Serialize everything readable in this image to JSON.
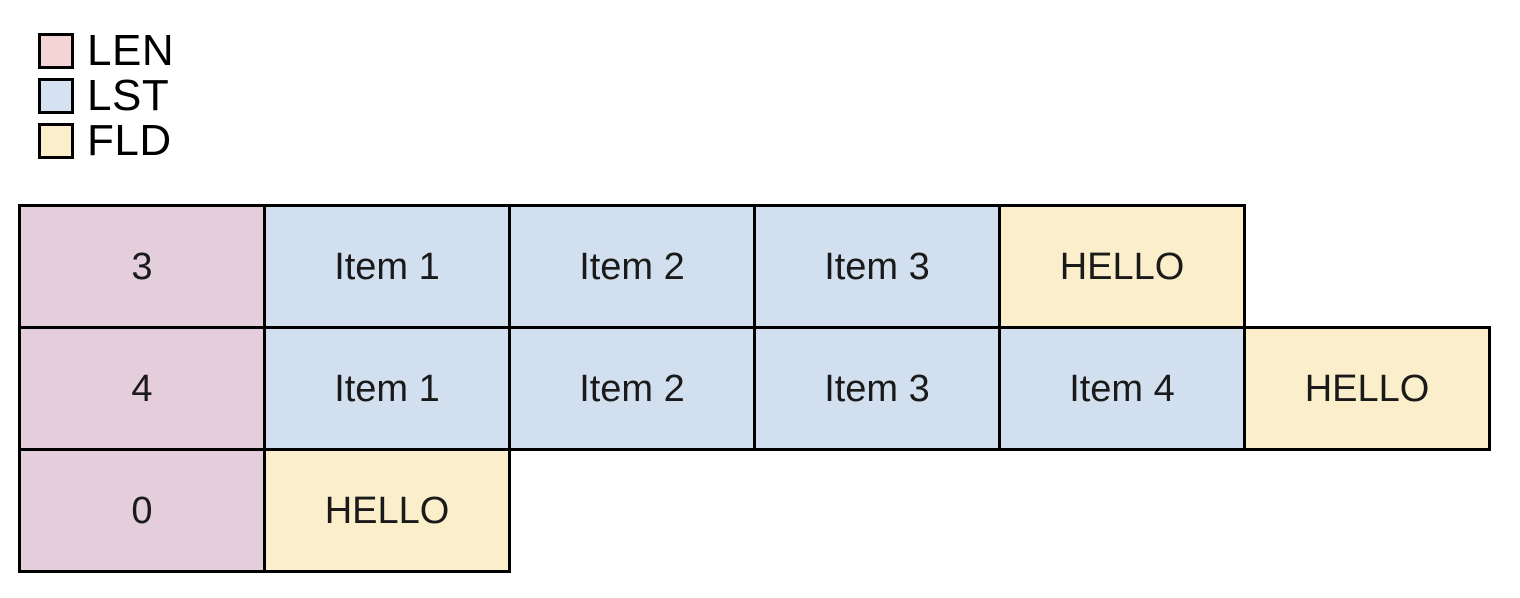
{
  "legend": {
    "items": [
      {
        "label": "LEN",
        "color": "#f3d5d5",
        "key": "len"
      },
      {
        "label": "LST",
        "color": "#d6e2f2",
        "key": "lst"
      },
      {
        "label": "FLD",
        "color": "#fbefcb",
        "key": "fld"
      }
    ]
  },
  "colors": {
    "len": "#e4cedc",
    "lst": "#d2dfef",
    "fld": "#fbefcb",
    "border": "#000000",
    "background": "#ffffff"
  },
  "table": {
    "rows": [
      {
        "cells": [
          {
            "text": "3",
            "type": "len"
          },
          {
            "text": "Item 1",
            "type": "lst"
          },
          {
            "text": "Item 2",
            "type": "lst"
          },
          {
            "text": "Item 3",
            "type": "lst"
          },
          {
            "text": "HELLO",
            "type": "fld"
          }
        ]
      },
      {
        "cells": [
          {
            "text": "4",
            "type": "len"
          },
          {
            "text": "Item 1",
            "type": "lst"
          },
          {
            "text": "Item 2",
            "type": "lst"
          },
          {
            "text": "Item 3",
            "type": "lst"
          },
          {
            "text": "Item 4",
            "type": "lst"
          },
          {
            "text": "HELLO",
            "type": "fld"
          }
        ]
      },
      {
        "cells": [
          {
            "text": "0",
            "type": "len"
          },
          {
            "text": "HELLO",
            "type": "fld"
          }
        ]
      }
    ]
  }
}
